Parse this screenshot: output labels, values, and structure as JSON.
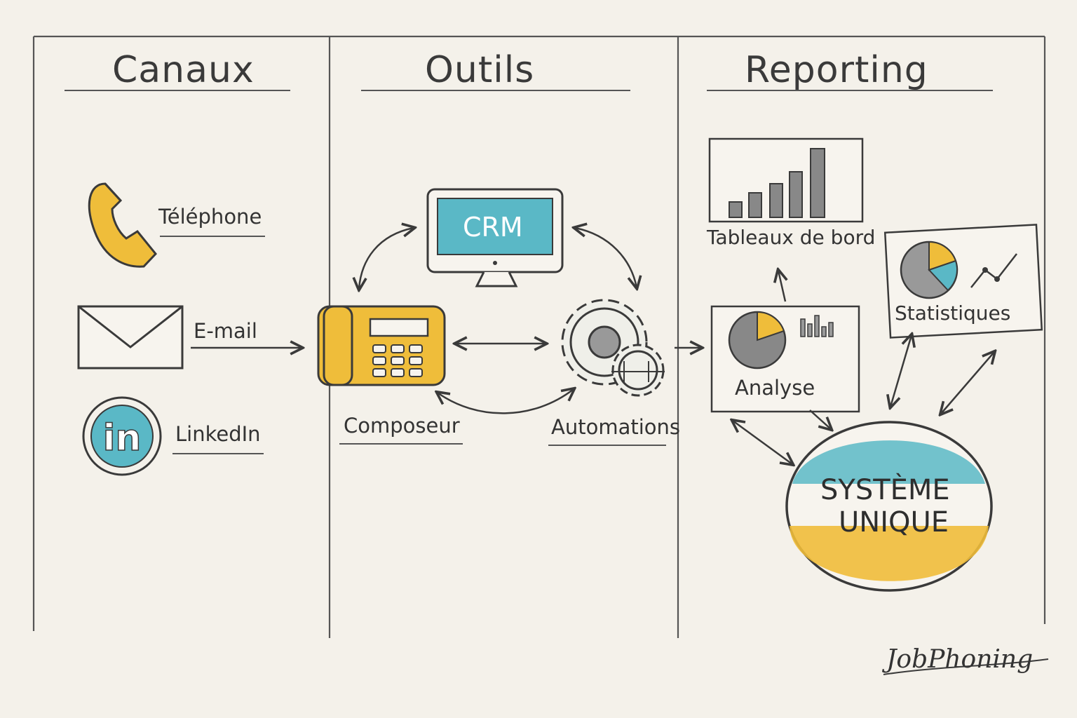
{
  "columns": {
    "channels": "Canaux",
    "tools": "Outils",
    "reporting": "Reporting"
  },
  "channels": {
    "phone": "Téléphone",
    "email": "E-mail",
    "linkedin": "LinkedIn"
  },
  "tools": {
    "crm": "CRM",
    "dialer": "Composeur",
    "automations": "Automations"
  },
  "reporting": {
    "dashboards": "Tableaux de bord",
    "statistics": "Statistiques",
    "analysis": "Analyse",
    "single_system_line1": "SYSTÈME",
    "single_system_line2": "UNIQUE"
  },
  "brand": "JobPhoning",
  "colors": {
    "accent_yellow": "#efbd3a",
    "accent_teal": "#5ab8c6",
    "ink": "#3a3a3a",
    "paper": "#f4f1ea"
  },
  "icons": {
    "phone": "phone-handset-icon",
    "email": "envelope-icon",
    "linkedin": "linkedin-icon",
    "crm": "monitor-icon",
    "dialer": "desk-phone-icon",
    "automations": "gears-icon",
    "dashboards": "bar-chart-icon",
    "statistics": "pie-line-chart-icon",
    "analysis": "pie-chart-icon"
  }
}
